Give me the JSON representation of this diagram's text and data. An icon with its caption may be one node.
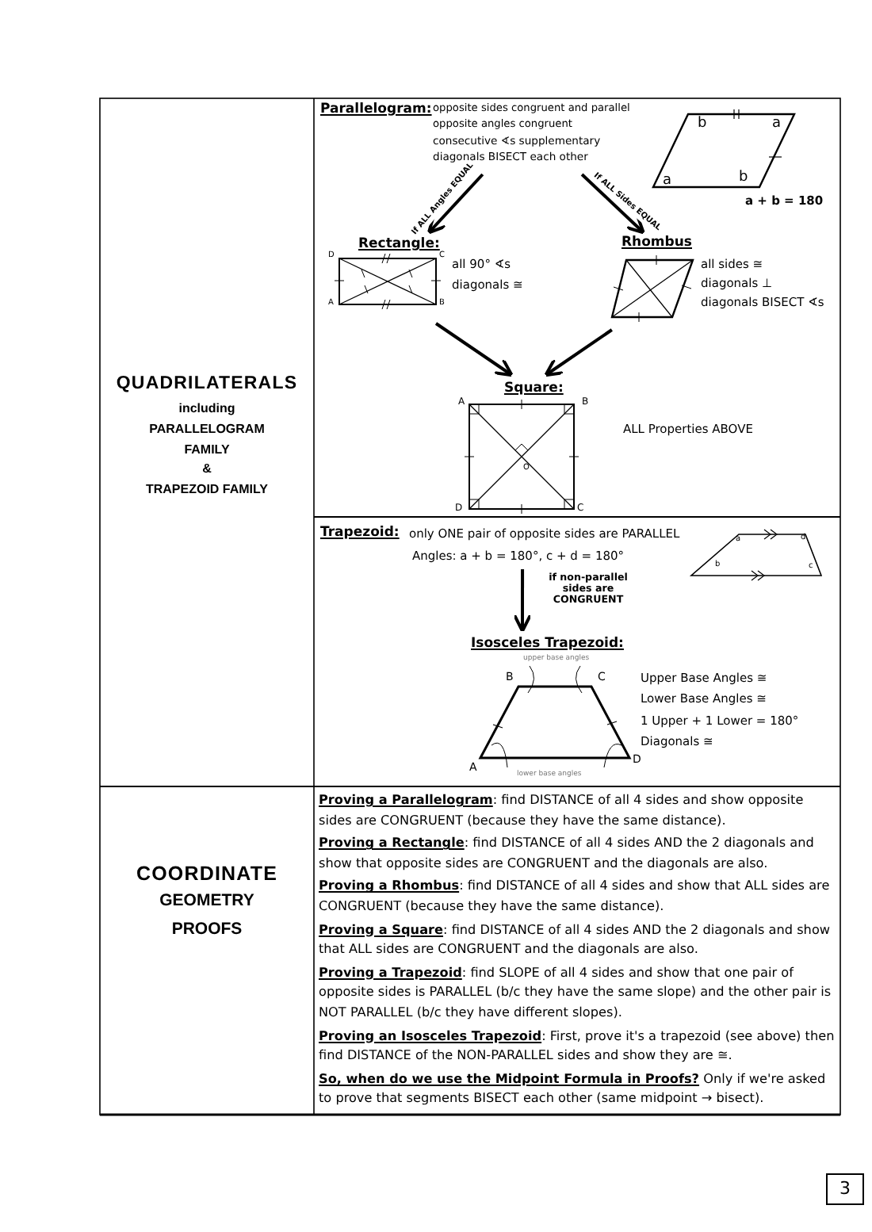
{
  "diagram": {
    "nodes": [
      {
        "text": [
          "Parallelogram:",
          "opposite sides congruent and parallel",
          "opposite angles congruent",
          "consecutive ∢s supplementary",
          "diagonals BISECT each other"
        ]
      },
      {
        "text": [
          "Rectangle:",
          "all 90° ∢s",
          "diagonals ≅"
        ]
      },
      {
        "text": [
          "Rhombus",
          "all sides ≅",
          "diagonals ⊥",
          "diagonals BISECT ∢s"
        ]
      },
      {
        "text": [
          "Square:",
          "ALL Properties ABOVE"
        ]
      },
      {
        "text": [
          "Trapezoid:",
          "only ONE pair of opposite sides are PARALLEL",
          "Angles:   a + b = 180°, c + d = 180°"
        ]
      },
      {
        "text": [
          "Isosceles Trapezoid:",
          "Upper Base Angles ≅",
          "Lower Base Angles ≅",
          "1 Upper + 1 Lower = 180°",
          "Diagonals ≅"
        ]
      }
    ],
    "edges": [
      {
        "from": 0,
        "to": 1,
        "arrow": "to",
        "label": "If ALL Angles EQUAL"
      },
      {
        "from": 0,
        "to": 2,
        "arrow": "to",
        "label": "If ALL Sides EQUAL"
      },
      {
        "from": 1,
        "to": 3,
        "arrow": "to"
      },
      {
        "from": 2,
        "to": 3,
        "arrow": "to"
      },
      {
        "from": 4,
        "to": 5,
        "arrow": "to",
        "label": "if non-parallel sides are CONGRUENT"
      }
    ],
    "labels": [
      "b",
      "a",
      "a",
      "b",
      "a + b = 180",
      "D",
      "C",
      "A",
      "B",
      "QUADRILATERALS",
      "including",
      "PARALLELOGRAM",
      "FAMILY",
      "&",
      "TRAPEZOID FAMILY",
      "A",
      "B",
      "O",
      "D",
      "C",
      "a",
      "d",
      "b",
      "c",
      "upper base angles",
      "B",
      "C",
      "A",
      "D",
      "lower base angles",
      "COORDINATE",
      "GEOMETRY",
      "PROOFS",
      "**Proving a Parallelogram**:  find DISTANCE of all 4 sides and show opposite sides are CONGRUENT (because they have the same distance).",
      "**Proving a Rectangle**:  find DISTANCE of all 4 sides AND the 2 diagonals and show that opposite sides are CONGRUENT and the diagonals are also.",
      "**Proving a Rhombus**:  find DISTANCE of all 4 sides and show that ALL sides are CONGRUENT (because they have the same distance).",
      "**Proving a Square**: find DISTANCE of all 4 sides AND the 2 diagonals and show that ALL sides are CONGRUENT and the diagonals are also.",
      "**Proving a Trapezoid**:  find SLOPE of all 4 sides and show that one pair of opposite sides is PARALLEL (b/c they have the same slope) and the other pair is NOT PARALLEL (b/c they have different slopes).",
      "**Proving an Isosceles Trapezoid**: First, prove it's a trapezoid (see above) then find DISTANCE of the NON-PARALLEL sides and show they are ≅.",
      "**So, when do we use the Midpoint Formula in Proofs?**  Only if we're asked to prove that segments BISECT each other (same midpoint → bisect).",
      "3"
    ]
  }
}
